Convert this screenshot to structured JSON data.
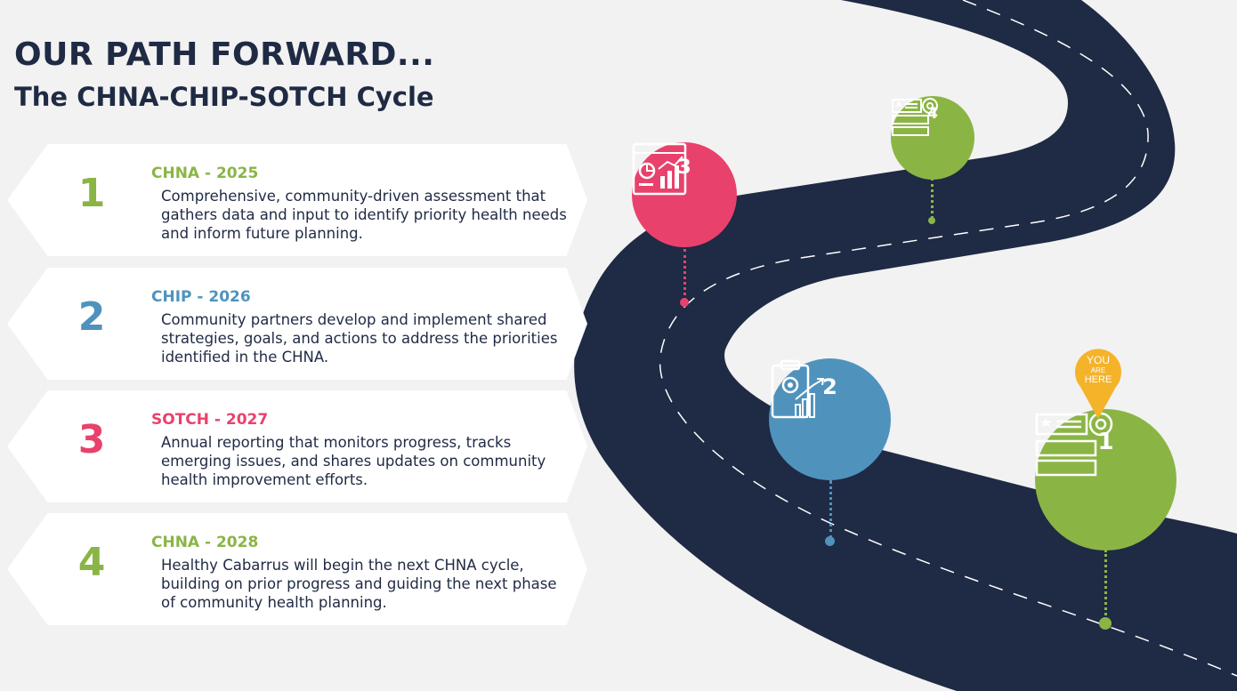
{
  "header": {
    "title": "OUR PATH FORWARD...",
    "subtitle": "The CHNA-CHIP-SOTCH Cycle"
  },
  "steps": [
    {
      "number": "1",
      "heading": "CHNA - 2025",
      "description": "Comprehensive, community-driven assessment that gathers data and input to identify priority health needs and inform future planning.",
      "color": "#8ab545"
    },
    {
      "number": "2",
      "heading": "CHIP - 2026",
      "description": "Community partners develop and implement shared strategies, goals, and actions to address the priorities identified in the CHNA.",
      "color": "#4f93bd"
    },
    {
      "number": "3",
      "heading": "SOTCH - 2027",
      "description": "Annual reporting that monitors progress, tracks emerging issues, and shares updates on community health improvement efforts.",
      "color": "#e8426c"
    },
    {
      "number": "4",
      "heading": "CHNA - 2028",
      "description": "Healthy Cabarrus will begin the next CHNA cycle, building on prior progress and guiding the next phase of community health planning.",
      "color": "#8ab545"
    }
  ],
  "road_stops": [
    {
      "label": "1",
      "icon": "checklist-icon",
      "color": "#8ab545"
    },
    {
      "label": "2",
      "icon": "clipboard-chart-icon",
      "color": "#4f93bd"
    },
    {
      "label": "3",
      "icon": "dashboard-chart-icon",
      "color": "#e8426c"
    },
    {
      "label": "4",
      "icon": "checklist-icon",
      "color": "#8ab545"
    }
  ],
  "you_are_here": {
    "line1": "YOU",
    "line2": "ARE",
    "line3": "HERE",
    "color": "#f5b32a"
  },
  "colors": {
    "road": "#1f2a44",
    "title": "#1f2a44",
    "background": "#f2f2f2"
  }
}
